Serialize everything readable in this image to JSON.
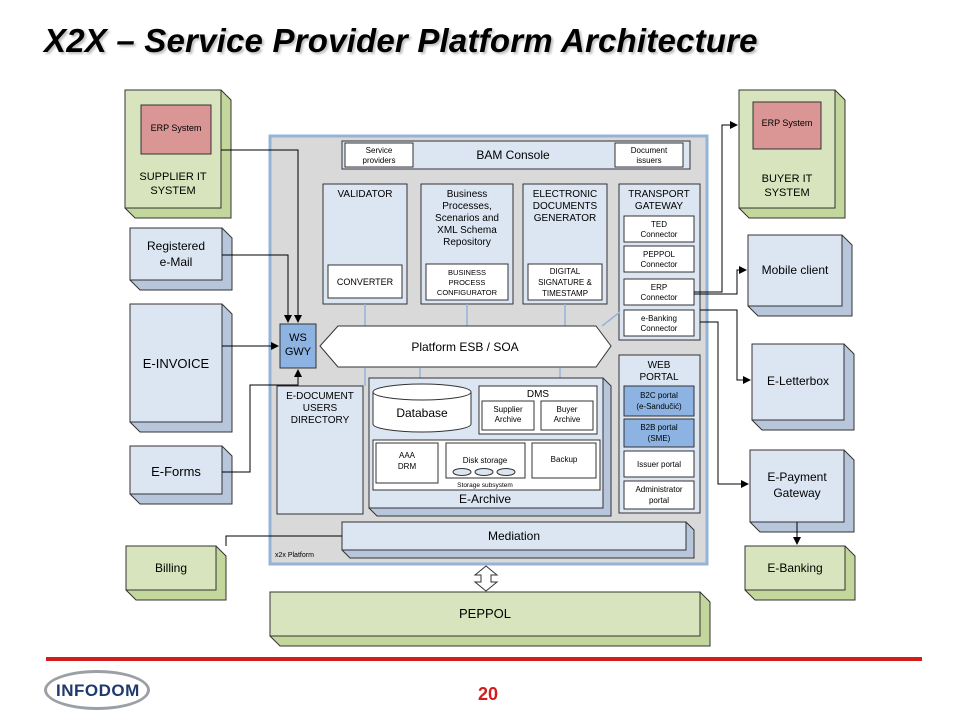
{
  "title": "X2X – Service Provider Platform Architecture",
  "page_number": "20",
  "logo_text": "INFODOM",
  "colors": {
    "green_box": "#d7e4bd",
    "red_box": "#d99694",
    "blue_box": "#dce6f2",
    "highlight_box": "#8db3e2",
    "platform_bg": "#d9d9d9",
    "platform_border": "#95b3d7",
    "footer_line": "#d41c1c"
  },
  "platform_label": "x2x Platform",
  "supplier": {
    "erp": "ERP System",
    "line1": "SUPPLIER IT",
    "line2": "SYSTEM"
  },
  "buyer": {
    "erp": "ERP System",
    "line1": "BUYER IT",
    "line2": "SYSTEM"
  },
  "left_inputs": {
    "email1": "Registered",
    "email2": "e-Mail",
    "einvoice": "E-INVOICE",
    "eforms": "E-Forms"
  },
  "ws_gwy": {
    "line1": "WS",
    "line2": "GWY"
  },
  "bam": {
    "title": "BAM Console",
    "left1": "Service",
    "left2": "providers",
    "right1": "Document",
    "right2": "issuers"
  },
  "validator": {
    "title": "VALIDATOR",
    "converter": "CONVERTER"
  },
  "bp": {
    "l1": "Business",
    "l2": "Processes,",
    "l3": "Scenarios and",
    "l4": "XML Schema",
    "l5": "Repository",
    "c1": "BUSINESS",
    "c2": "PROCESS",
    "c3": "CONFIGURATOR"
  },
  "edg": {
    "l1": "ELECTRONIC",
    "l2": "DOCUMENTS",
    "l3": "GENERATOR",
    "s1": "DIGITAL",
    "s2": "SIGNATURE &",
    "s3": "TIMESTAMP"
  },
  "transport": {
    "l1": "TRANSPORT",
    "l2": "GATEWAY",
    "ted1": "TED",
    "ted2": "Connector",
    "peppol1": "PEPPOL",
    "peppol2": "Connector",
    "erp1": "ERP",
    "erp2": "Connector",
    "ebank1": "e-Banking",
    "ebank2": "Connector"
  },
  "esb": "Platform ESB / SOA",
  "directory": {
    "l1": "E-DOCUMENT",
    "l2": "USERS",
    "l3": "DIRECTORY"
  },
  "earchive": {
    "title": "E-Archive",
    "database": "Database",
    "dms": "DMS",
    "supplier_archive1": "Supplier",
    "supplier_archive2": "Archive",
    "buyer_archive1": "Buyer",
    "buyer_archive2": "Archive",
    "aaa1": "AAA",
    "aaa2": "DRM",
    "disk": "Disk storage",
    "storage_subsystem": "Storage subsystem",
    "backup": "Backup"
  },
  "web_portal": {
    "l1": "WEB",
    "l2": "PORTAL",
    "b2c1": "B2C portal",
    "b2c2": "(e-Sandučić)",
    "b2b1": "B2B portal",
    "b2b2": "(SME)",
    "issuer": "Issuer portal",
    "admin1": "Administrator",
    "admin2": "portal"
  },
  "mediation": "Mediation",
  "right_outputs": {
    "mobile": "Mobile client",
    "eletterbox": "E-Letterbox",
    "epay1": "E-Payment",
    "epay2": "Gateway",
    "ebanking": "E-Banking"
  },
  "billing": "Billing",
  "peppol": "PEPPOL"
}
